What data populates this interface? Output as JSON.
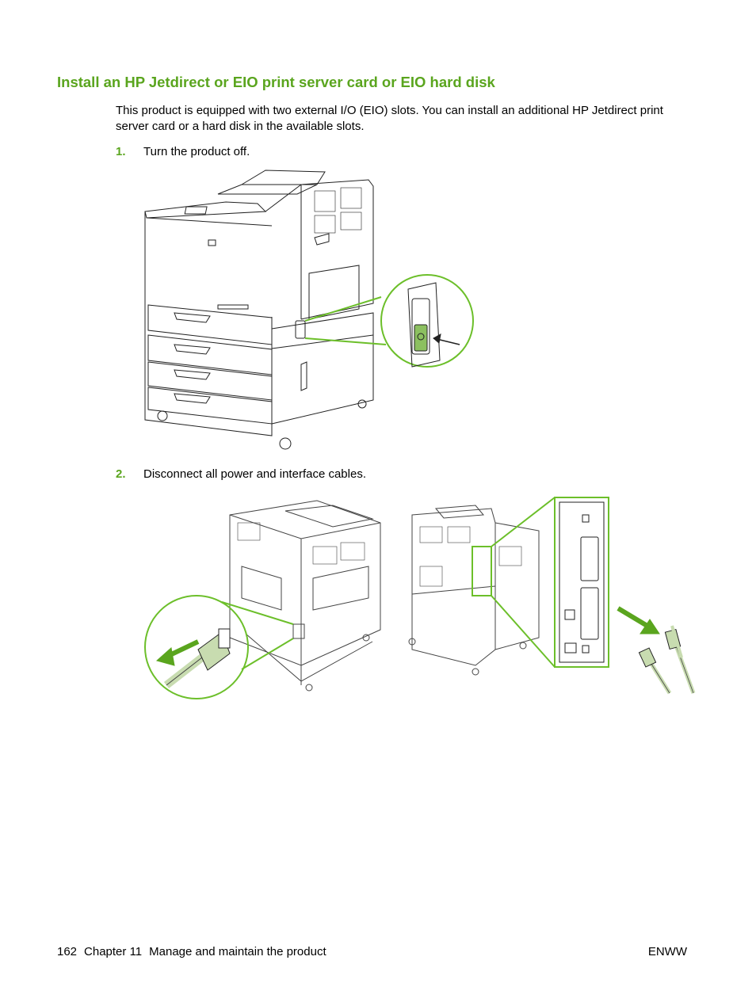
{
  "heading": "Install an HP Jetdirect or EIO print server card or EIO hard disk",
  "intro": "This product is equipped with two external I/O (EIO) slots. You can install an additional HP Jetdirect print server card or a hard disk in the available slots.",
  "steps": [
    {
      "number": "1.",
      "text": "Turn the product off."
    },
    {
      "number": "2.",
      "text": "Disconnect all power and interface cables."
    }
  ],
  "footer": {
    "page_number": "162",
    "chapter": "Chapter 11",
    "chapter_title": "Manage and maintain the product",
    "right_label": "ENWW"
  },
  "colors": {
    "accent": "#5aa51e",
    "callout": "#6cbf2a",
    "switch": "#8cc060",
    "cable": "#c8dcb0",
    "arrow": "#5aa51e"
  }
}
